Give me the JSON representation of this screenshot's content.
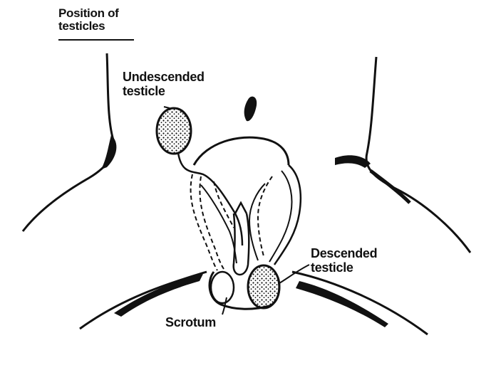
{
  "title": {
    "line1": "Position of",
    "line2": "testicles"
  },
  "labels": {
    "undescended_line1": "Undescended",
    "undescended_line2": "testicle",
    "descended_line1": "Descended",
    "descended_line2": "testicle",
    "scrotum": "Scrotum"
  },
  "colors": {
    "ink": "#111111",
    "paper": "#ffffff"
  }
}
